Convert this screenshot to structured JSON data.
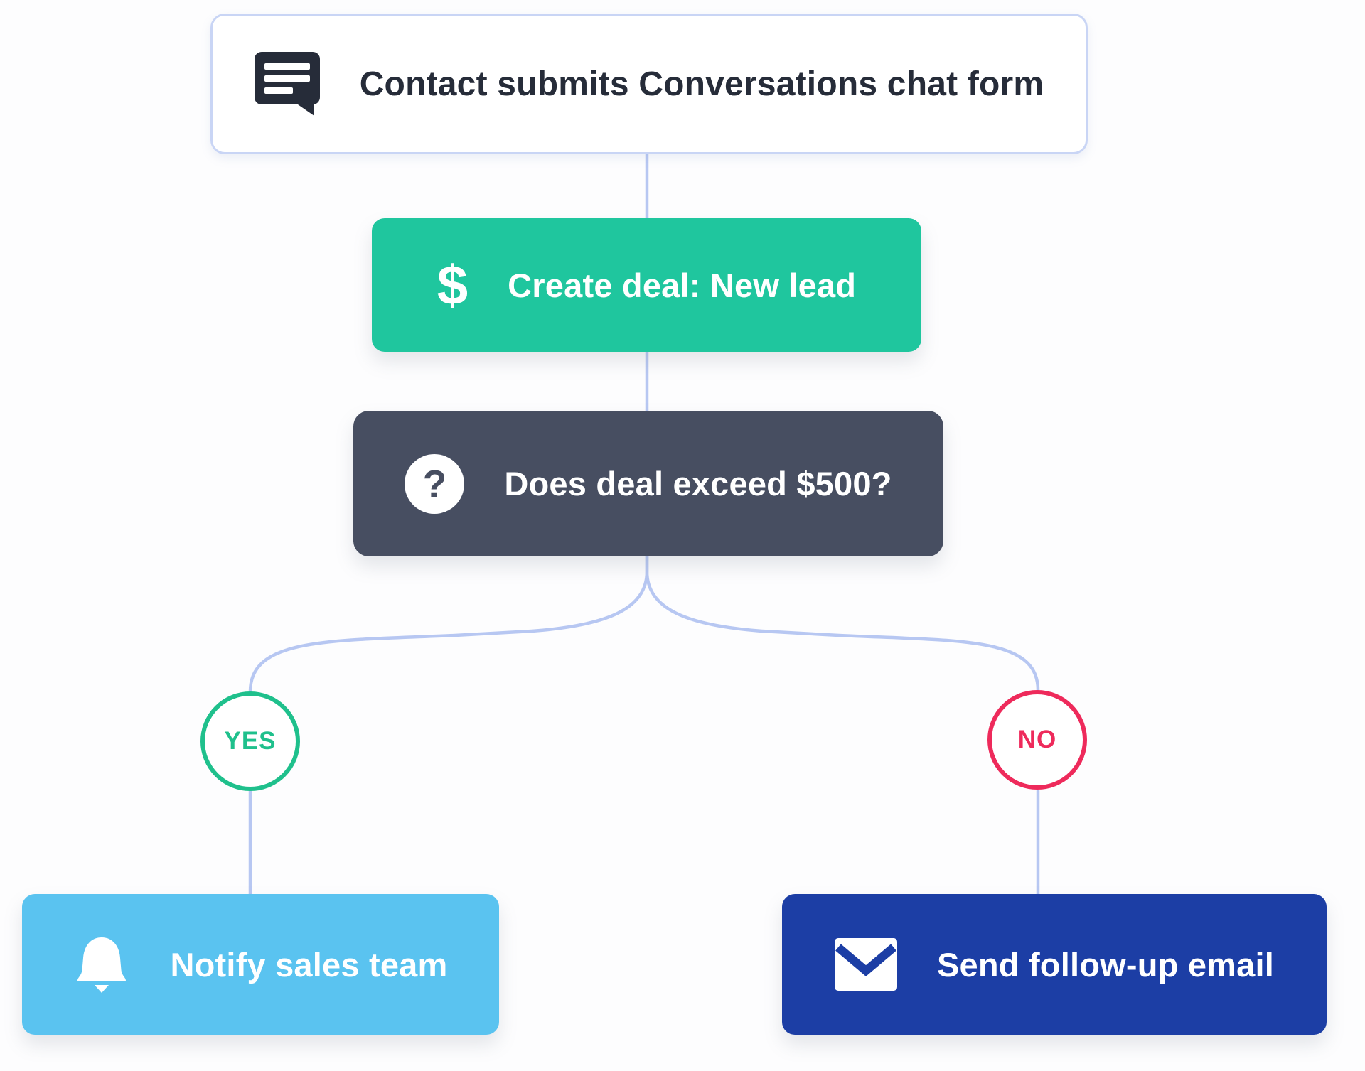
{
  "diagram": {
    "type": "flowchart",
    "nodes": {
      "trigger": {
        "label": "Contact submits Conversations chat form",
        "icon": "chat-icon",
        "kind": "trigger"
      },
      "create_deal": {
        "label": "Create deal: New lead",
        "icon": "dollar-icon",
        "icon_glyph": "$",
        "kind": "action"
      },
      "condition": {
        "label": "Does deal exceed $500?",
        "icon": "question-icon",
        "icon_glyph": "?",
        "kind": "condition"
      },
      "branch_yes": {
        "label": "YES"
      },
      "branch_no": {
        "label": "NO"
      },
      "notify": {
        "label": "Notify sales team",
        "icon": "bell-icon",
        "kind": "action"
      },
      "followup": {
        "label": "Send follow-up email",
        "icon": "envelope-icon",
        "kind": "action"
      }
    },
    "edges": [
      {
        "from": "trigger",
        "to": "create_deal"
      },
      {
        "from": "create_deal",
        "to": "condition"
      },
      {
        "from": "condition",
        "to": "notify",
        "branch": "YES"
      },
      {
        "from": "condition",
        "to": "followup",
        "branch": "NO"
      }
    ]
  },
  "colors": {
    "connector": "#B7C7F2",
    "trigger_bg": "#FFFFFF",
    "trigger_border": "#C9D5F5",
    "trigger_text": "#262C39",
    "deal_bg": "#1FC69E",
    "condition_bg": "#474E61",
    "yes": "#1FC08C",
    "no": "#EE2A5B",
    "notify_bg": "#5AC3F0",
    "email_bg": "#1C3EA5",
    "node_text": "#FFFFFF",
    "icon_dark": "#262C39"
  }
}
